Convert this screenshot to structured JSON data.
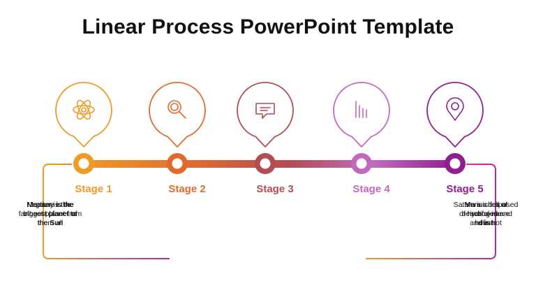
{
  "title": "Linear Process PowerPoint Template",
  "colors": {
    "stage1": "#EE9A27",
    "stage2": "#E06B2E",
    "stage3": "#B24D54",
    "stage4": "#C06ABE",
    "stage5": "#8F1E8E"
  },
  "stages": [
    {
      "label": "Stage 1",
      "icon": "atom-icon"
    },
    {
      "label": "Stage 2",
      "icon": "magnifier-icon"
    },
    {
      "label": "Stage 3",
      "icon": "chat-bubble-icon"
    },
    {
      "label": "Stage 4",
      "icon": "bar-chart-icon"
    },
    {
      "label": "Stage 5",
      "icon": "location-pin-icon"
    }
  ],
  "descriptions": {
    "left": [
      [
        "Mercury is the",
        "closest planet to",
        "the Sun"
      ],
      [
        "Neptune is the",
        "farthest planet from",
        "the Sun"
      ],
      [
        "Jupiter is the",
        "biggest planet of",
        "them all"
      ]
    ],
    "right": [
      [
        "Venus has a",
        "beautiful name",
        "and is hot"
      ],
      [
        "Saturn is composed",
        "of hydrogen and",
        "helium"
      ],
      [
        "Mars is full of",
        "iron oxide",
        "dust"
      ]
    ]
  }
}
